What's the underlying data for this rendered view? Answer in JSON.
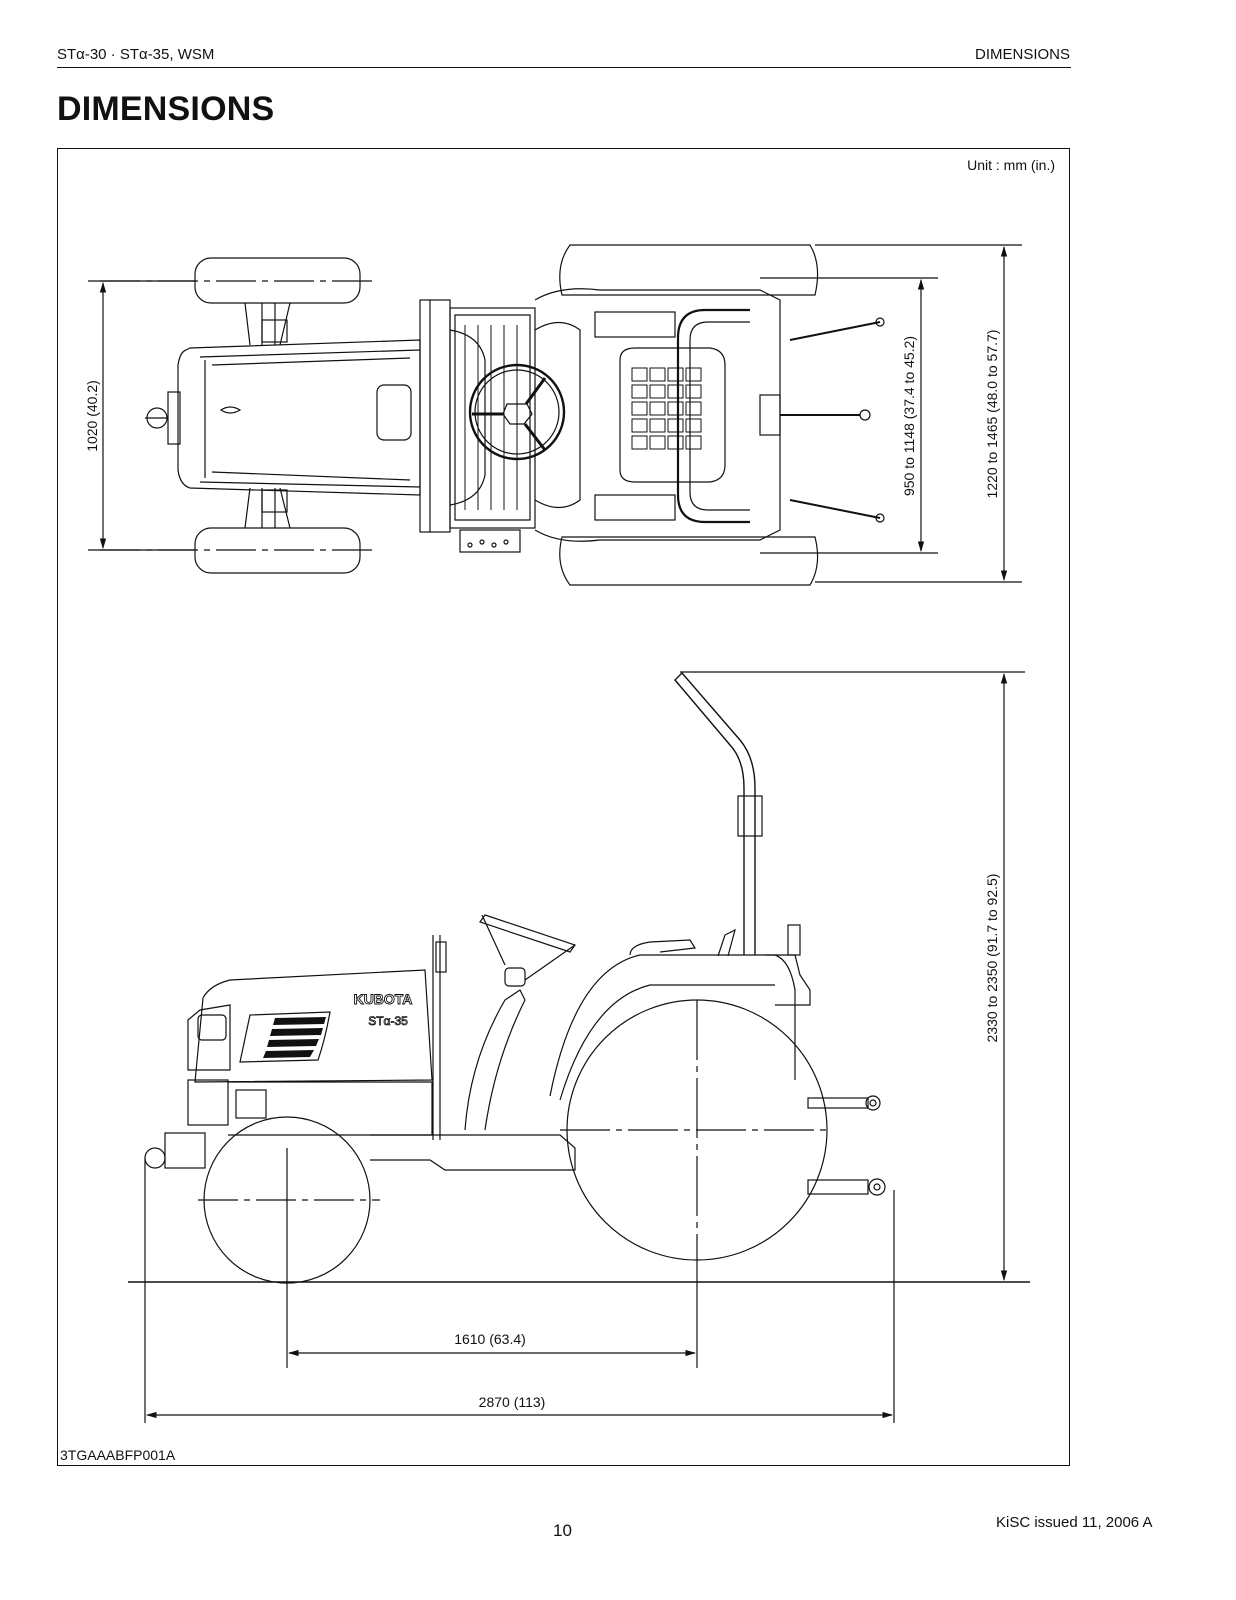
{
  "header": {
    "left": "STα-30 · STα-35, WSM",
    "right": "DIMENSIONS"
  },
  "page_title": "DIMENSIONS",
  "figure": {
    "unit_label": "Unit : mm (in.)",
    "figure_id": "3TGAAABFP001A",
    "brand_label": "KUBOTA",
    "model_label": "STα-35",
    "top_view": {
      "front_tread": "1020 (40.2)",
      "rear_tread": "950 to 1148 (37.4 to 45.2)",
      "overall_width": "1220 to 1465 (48.0 to 57.7)"
    },
    "side_view": {
      "overall_height": "2330 to 2350 (91.7 to 92.5)",
      "wheelbase": "1610 (63.4)",
      "overall_length": "2870 (113)"
    }
  },
  "footer": {
    "page_number": "10",
    "issue": "KiSC issued 11, 2006 A"
  }
}
